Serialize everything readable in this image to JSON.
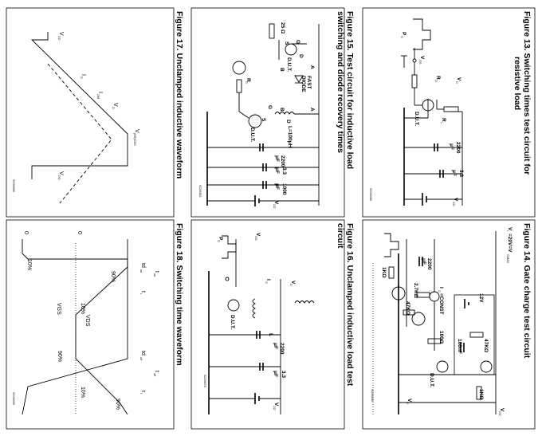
{
  "figures": {
    "fig13": {
      "caption_line1": "Figure 13.  Switching times test circuit for",
      "caption_line2": "resistive load",
      "code": "SC06660"
    },
    "fig14": {
      "caption": "Figure 14.  Gate charge test circuit",
      "code": "SC06650"
    },
    "fig15": {
      "caption_line1": "Figure 15.  Test circuit for inductive load",
      "caption_line2": "switching and diode recovery times",
      "code": "SC06661"
    },
    "fig16": {
      "caption_line1": "Figure 16.  Unclamped inductive load test",
      "caption_line2": "circuit",
      "code": "SC06670"
    },
    "fig17": {
      "caption": "Figure 17.  Unclamped inductive waveform",
      "code": "SC06680"
    },
    "fig18": {
      "caption": "Figure 18.  Switching time waveform",
      "code": "SC06690"
    }
  },
  "labels": {
    "pg": "P",
    "pg_sub": "G",
    "vd": "V",
    "vd_sub": "D",
    "vgs": "V",
    "vgs_sub": "GS",
    "rg": "R",
    "rg_sub": "G",
    "rl": "R",
    "rl_sub": "L",
    "dut": "D.U.T.",
    "c2200": "2200",
    "c33": "3.3",
    "c1000": "1000",
    "uf": "μF",
    "vdd": "V",
    "vdd_sub": "DD",
    "fig14": {
      "vi": "V",
      "vi_sub": "i",
      "vi_cond": "=20V=V",
      "vi_cond_sub": "GMAX",
      "c2200": "2200",
      "uf": "μF",
      "k1": "1KΩ",
      "k27a": "2.7KΩ",
      "k47a": "47KΩ",
      "igconst": "I",
      "igconst_sub": "G",
      "igconst_rest": "=CONST",
      "v12": "12V",
      "k47b": "47KΩ",
      "nf100": "100nF",
      "r100": "100Ω",
      "k1b": "1KΩ",
      "dut": "D.U.T.",
      "vg": "V",
      "vg_sub": "G",
      "vdd": "V",
      "vdd_sub": "DD"
    },
    "fig15": {
      "r25": "25 Ω",
      "a": "A",
      "b": "B",
      "g": "G",
      "s": "S",
      "d": "D",
      "dut": "D.U.T.",
      "fast": "FAST",
      "diode": "DIODE",
      "l100": "L=100μH",
      "rg": "R",
      "rg_sub": "G"
    },
    "fig16": {
      "id": "I",
      "id_sub": "D",
      "l": "L"
    },
    "fig17": {
      "vbr": "V",
      "vbr_sub": "(BR)DSS",
      "vd": "V",
      "vd_sub": "D",
      "id": "I",
      "id_sub": "D",
      "idm": "I",
      "idm_sub": "DM",
      "vdd": "V",
      "vdd_sub": "DD"
    },
    "fig18": {
      "ton": "t",
      "ton_sub": "on",
      "tdon": "td",
      "tdon_sub": "on",
      "tr": "t",
      "tr_sub": "r",
      "toff": "t",
      "toff_sub": "off",
      "tdoff": "td",
      "tdoff_sub": "off",
      "tf": "t",
      "tf_sub": "f",
      "p10": "10%",
      "p90": "90%",
      "vgs": "VGS",
      "vds": "VDS",
      "zero": "0"
    }
  }
}
